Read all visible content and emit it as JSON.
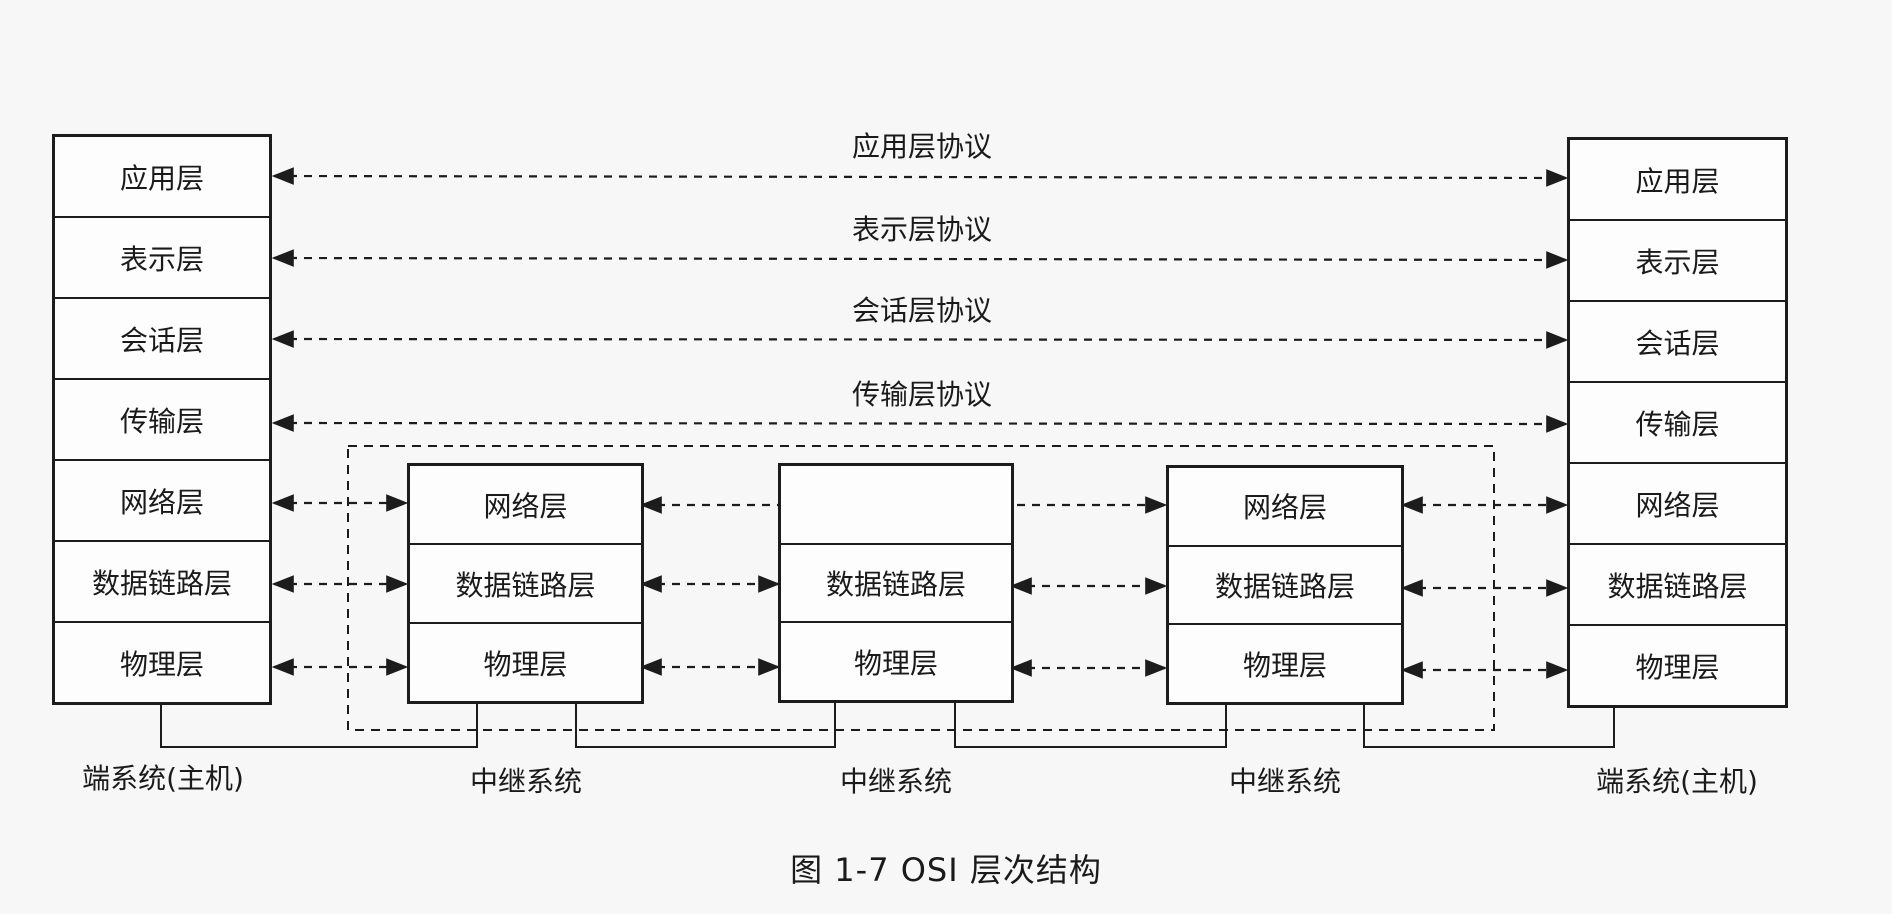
{
  "caption": "图 1-7   OSI 层次结构",
  "protocols": {
    "application": "应用层协议",
    "presentation": "表示层协议",
    "session": "会话层协议",
    "transport": "传输层协议"
  },
  "end_system": {
    "label": "端系统(主机)",
    "layers": [
      "应用层",
      "表示层",
      "会话层",
      "传输层",
      "网络层",
      "数据链路层",
      "物理层"
    ]
  },
  "relay_system": {
    "label": "中继系统",
    "layers": [
      "网络层",
      "数据链路层",
      "物理层"
    ]
  },
  "relay_middle": {
    "label": "中继系统",
    "layers": [
      "",
      "数据链路层",
      "物理层"
    ]
  }
}
